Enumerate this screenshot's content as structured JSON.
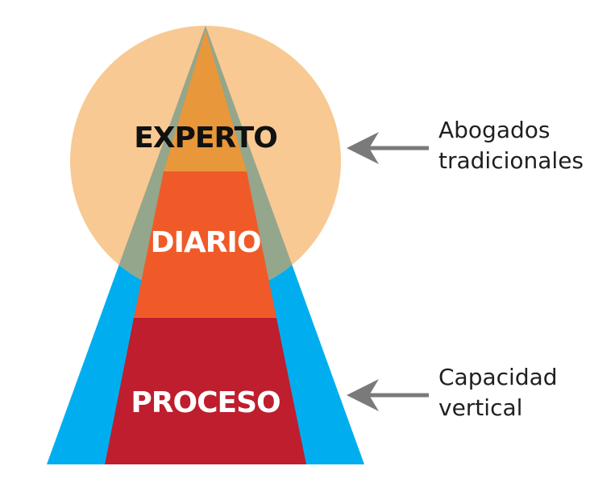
{
  "colors": {
    "outer_triangle": "#00aeef",
    "circle": "#f9c993",
    "overlap": "#94a68c",
    "tier_top": "#e8973a",
    "tier_middle": "#f05a28",
    "tier_bottom": "#be1e2d",
    "arrow": "#7a7a7a",
    "label_dark": "#111111",
    "label_light": "#ffffff"
  },
  "tiers": [
    {
      "label": "EXPERTO"
    },
    {
      "label": "DIARIO"
    },
    {
      "label": "PROCESO"
    }
  ],
  "annotations": [
    {
      "lines": [
        "Abogados",
        "tradicionales"
      ],
      "arrow_icon": "arrow-left-icon"
    },
    {
      "lines": [
        "Capacidad",
        "vertical"
      ],
      "arrow_icon": "arrow-left-icon"
    }
  ]
}
